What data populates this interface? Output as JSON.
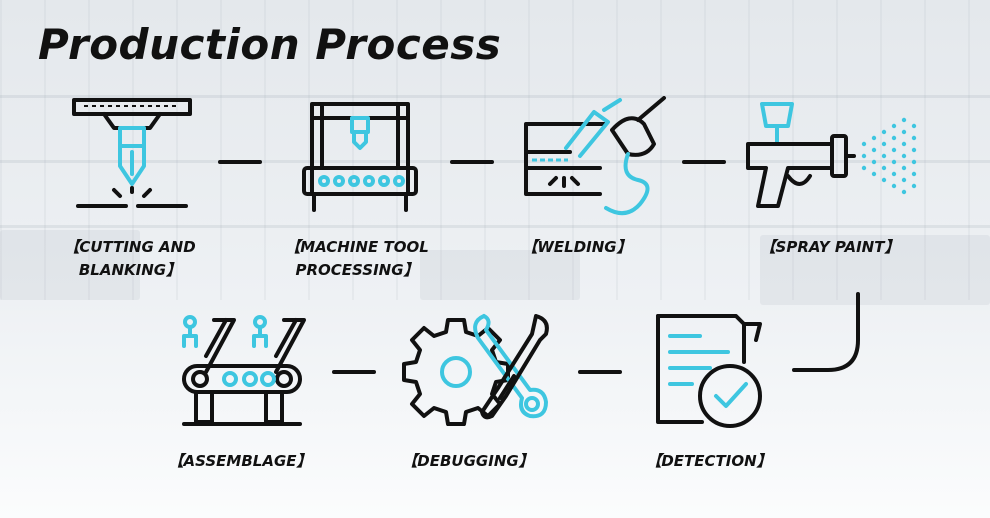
{
  "title": "Production Process",
  "steps": [
    {
      "label": "【CUTTING AND BLANKING】",
      "icon": "laser-cutting-icon"
    },
    {
      "label": "【MACHINE TOOL PROCESSING】",
      "icon": "machine-tool-icon"
    },
    {
      "label": "【WELDING】",
      "icon": "welding-icon"
    },
    {
      "label": "【SPRAY PAINT】",
      "icon": "spray-gun-icon"
    },
    {
      "label": "【ASSEMBLAGE】",
      "icon": "robotic-arm-icon"
    },
    {
      "label": "【DEBUGGING】",
      "icon": "gear-wrench-icon"
    },
    {
      "label": "【DETECTION】",
      "icon": "checklist-icon"
    }
  ],
  "colors": {
    "accent": "#3ec6e0",
    "ink": "#111111"
  }
}
